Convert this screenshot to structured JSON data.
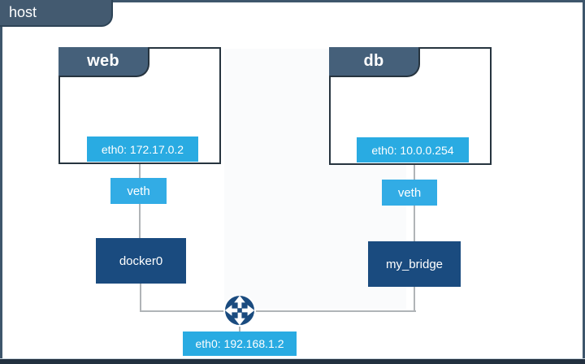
{
  "host": {
    "label": "host",
    "interface_label": "eth0: 192.168.1.2"
  },
  "containers": {
    "web": {
      "title": "web",
      "interface_label": "eth0: 172.17.0.2",
      "veth_label": "veth",
      "bridge_label": "docker0"
    },
    "db": {
      "title": "db",
      "interface_label": "eth0: 10.0.0.254",
      "veth_label": "veth",
      "bridge_label": "my_bridge"
    }
  },
  "icons": {
    "router": "router-crossed-arrows-icon"
  },
  "colors": {
    "accent_blue": "#29abe2",
    "veth_blue": "#32ace5",
    "bridge_navy": "#1a4b7f",
    "slate_tab": "#45607a",
    "host_slate": "#435a70",
    "frame_border": "#3e566c",
    "container_border": "#26343f",
    "line_gray": "#b0b4b7"
  }
}
